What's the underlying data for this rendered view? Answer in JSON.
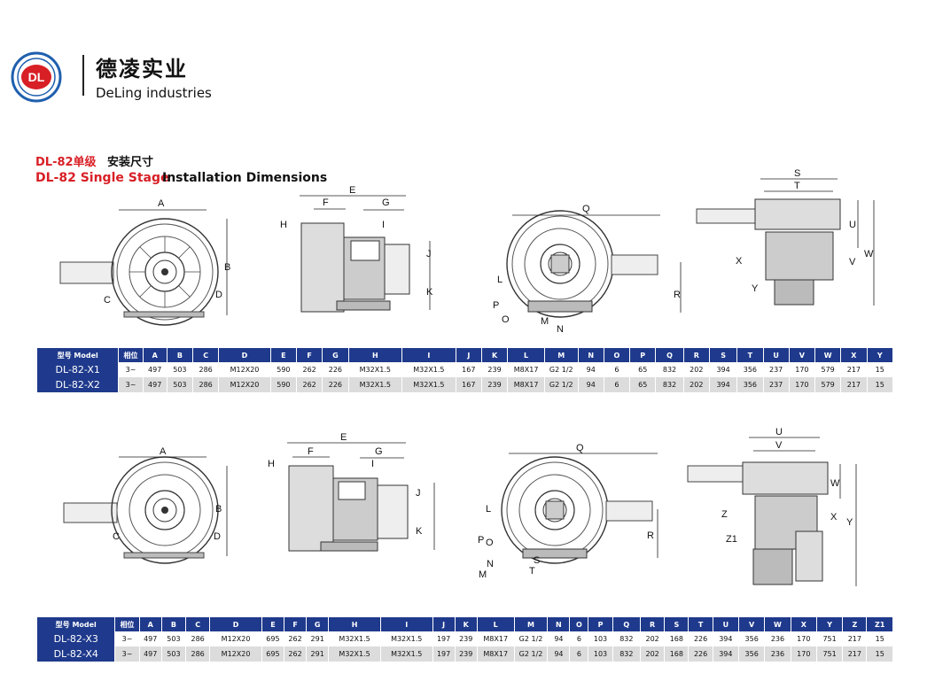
{
  "header": {
    "brand_cn": "德凌实业",
    "brand_en": "DeLing industries",
    "logo_text": "DL"
  },
  "section": {
    "model_cn": "DL-82单级",
    "title_cn": "安装尺寸",
    "model_en": "DL-82 Single Stage",
    "title_en": "Installation Dimensions"
  },
  "dim_labels": {
    "fig1": [
      "A",
      "B",
      "C",
      "D"
    ],
    "fig2": [
      "E",
      "F",
      "G",
      "H",
      "I",
      "J",
      "K"
    ],
    "fig3": [
      "Q",
      "L",
      "R",
      "P",
      "O",
      "M",
      "N"
    ],
    "fig4": [
      "S",
      "T",
      "U",
      "V",
      "W",
      "X",
      "Y"
    ],
    "fig5": [
      "A",
      "B",
      "C",
      "D"
    ],
    "fig6": [
      "E",
      "F",
      "G",
      "H",
      "I",
      "J",
      "K"
    ],
    "fig7": [
      "Q",
      "L",
      "R",
      "P",
      "O",
      "S",
      "N",
      "M",
      "T"
    ],
    "fig8": [
      "U",
      "V",
      "W",
      "X",
      "Z",
      "Y",
      "Z1"
    ]
  },
  "table1": {
    "headers": [
      "型号 Model",
      "相位",
      "A",
      "B",
      "C",
      "D",
      "E",
      "F",
      "G",
      "H",
      "I",
      "J",
      "K",
      "L",
      "M",
      "N",
      "O",
      "P",
      "Q",
      "R",
      "S",
      "T",
      "U",
      "V",
      "W",
      "X",
      "Y"
    ],
    "rows": [
      [
        "DL-82-X1",
        "3~",
        "497",
        "503",
        "286",
        "M12X20",
        "590",
        "262",
        "226",
        "M32X1.5",
        "M32X1.5",
        "167",
        "239",
        "M8X17",
        "G2 1/2",
        "94",
        "6",
        "65",
        "832",
        "202",
        "394",
        "356",
        "237",
        "170",
        "579",
        "217",
        "15"
      ],
      [
        "DL-82-X2",
        "3~",
        "497",
        "503",
        "286",
        "M12X20",
        "590",
        "262",
        "226",
        "M32X1.5",
        "M32X1.5",
        "167",
        "239",
        "M8X17",
        "G2 1/2",
        "94",
        "6",
        "65",
        "832",
        "202",
        "394",
        "356",
        "237",
        "170",
        "579",
        "217",
        "15"
      ]
    ]
  },
  "table2": {
    "headers": [
      "型号 Model",
      "相位",
      "A",
      "B",
      "C",
      "D",
      "E",
      "F",
      "G",
      "H",
      "I",
      "J",
      "K",
      "L",
      "M",
      "N",
      "O",
      "P",
      "Q",
      "R",
      "S",
      "T",
      "U",
      "V",
      "W",
      "X",
      "Y",
      "Z",
      "Z1"
    ],
    "rows": [
      [
        "DL-82-X3",
        "3~",
        "497",
        "503",
        "286",
        "M12X20",
        "695",
        "262",
        "291",
        "M32X1.5",
        "M32X1.5",
        "197",
        "239",
        "M8X17",
        "G2 1/2",
        "94",
        "6",
        "103",
        "832",
        "202",
        "168",
        "226",
        "394",
        "356",
        "236",
        "170",
        "751",
        "217",
        "15"
      ],
      [
        "DL-82-X4",
        "3~",
        "497",
        "503",
        "286",
        "M12X20",
        "695",
        "262",
        "291",
        "M32X1.5",
        "M32X1.5",
        "197",
        "239",
        "M8X17",
        "G2 1/2",
        "94",
        "6",
        "103",
        "832",
        "202",
        "168",
        "226",
        "394",
        "356",
        "236",
        "170",
        "751",
        "217",
        "15"
      ]
    ]
  },
  "colors": {
    "brand_blue": "#1f3a8c",
    "accent_red": "#d81f26",
    "row_gray": "#dcdcdc"
  }
}
